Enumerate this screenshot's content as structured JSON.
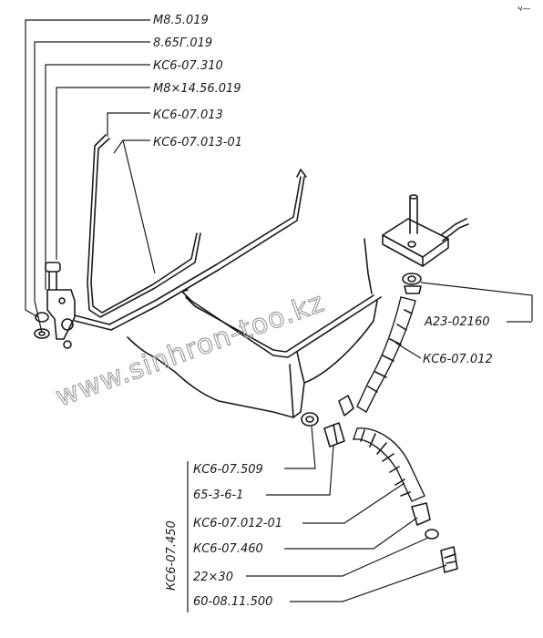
{
  "labels_left": [
    "М8.5.019",
    "8.65Г.019",
    "КС6-07.310",
    "М8×14.56.019",
    "КС6-07.013",
    "КС6-07.013-01"
  ],
  "labels_right": [
    "А23-02160",
    "КС6-07.012"
  ],
  "labels_bottom": [
    "КС6-07.509",
    "65-3-6-1",
    "КС6-07.012-01",
    "КС6-07.460",
    "22×30",
    "60-08.11.500"
  ],
  "group_label": "КС6-07.450",
  "watermark": "www.sinhron-too.kz",
  "corner_mark": "ч—"
}
